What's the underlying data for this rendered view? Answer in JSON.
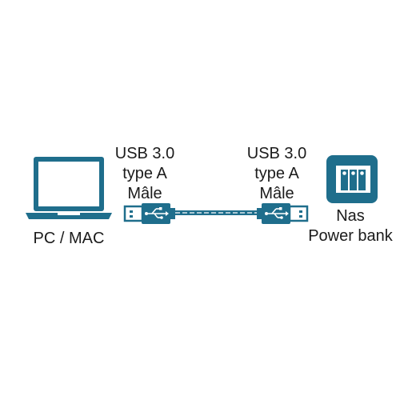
{
  "colors": {
    "accent": "#1f6e8c",
    "connector_face": "#1f6e8c",
    "text": "#1b1b1b"
  },
  "left_device": {
    "icon": "laptop-icon",
    "label": "PC / MAC"
  },
  "connector_left": {
    "icon": "usb-a-male-plug-icon",
    "label_lines": [
      "USB 3.0",
      "type A",
      "Mâle"
    ]
  },
  "connector_right": {
    "icon": "usb-a-male-plug-icon",
    "label_lines": [
      "USB 3.0",
      "type A",
      "Mâle"
    ]
  },
  "cable": {
    "icon": "cable-line"
  },
  "right_device": {
    "icon": "nas-drive-icon",
    "label_lines": [
      "Nas",
      "Power bank"
    ]
  }
}
